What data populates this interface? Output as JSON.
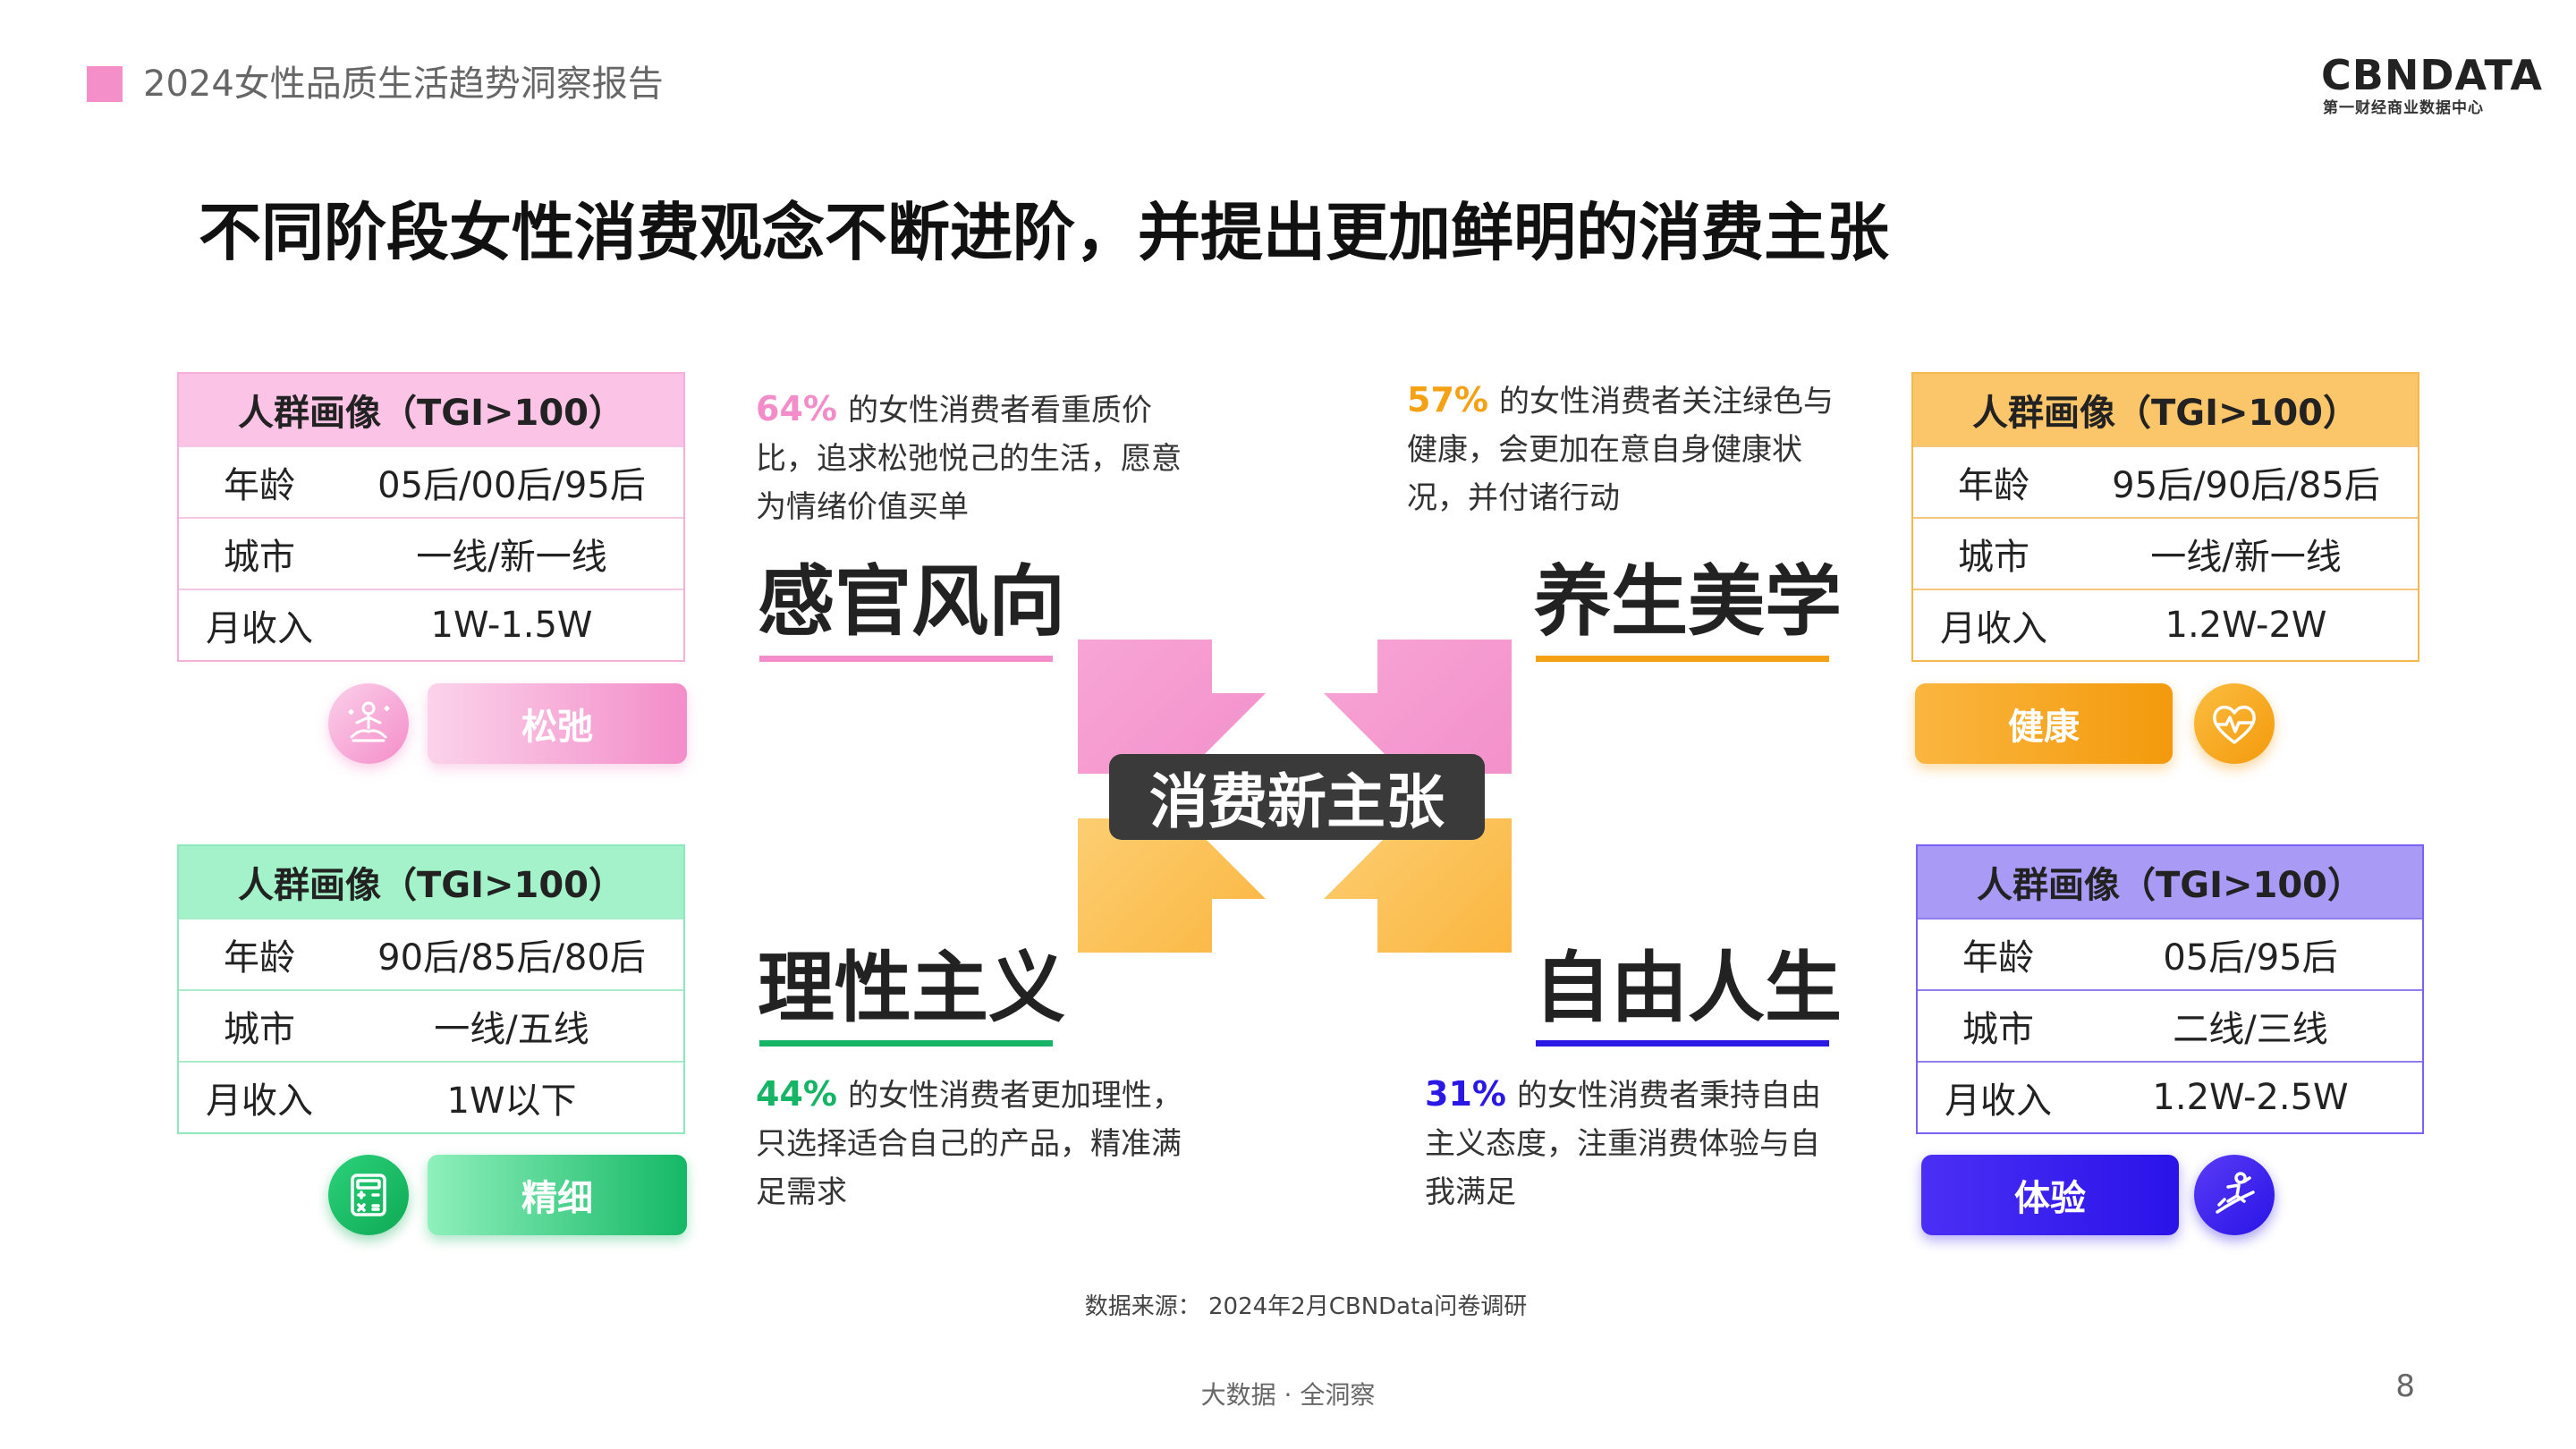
{
  "header": {
    "report_title": "2024女性品质生活趋势洞察报告",
    "logo_main": "CBNDATA",
    "logo_sub": "第一财经商业数据中心"
  },
  "main_title": "不同阶段女性消费观念不断进阶，并提出更加鲜明的消费主张",
  "center_label": "消费新主张",
  "quadrants": {
    "sensory": {
      "heading": "感官风向",
      "pct": "64%",
      "desc": "的女性消费者看重质价比，追求松弛悦己的生活，愿意为情绪价值买单",
      "tag": "松弛",
      "icon": "meditation-icon",
      "color": "#f38dc9",
      "profile": {
        "title": "人群画像（TGI>100）",
        "rows": [
          {
            "key": "年龄",
            "value": "05后/00后/95后"
          },
          {
            "key": "城市",
            "value": "一线/新一线"
          },
          {
            "key": "月收入",
            "value": "1W-1.5W"
          }
        ]
      }
    },
    "wellness": {
      "heading": "养生美学",
      "pct": "57%",
      "desc": "的女性消费者关注绿色与健康，会更加在意自身健康状况，并付诸行动",
      "tag": "健康",
      "icon": "heart-pulse-icon",
      "color": "#f4a116",
      "profile": {
        "title": "人群画像（TGI>100）",
        "rows": [
          {
            "key": "年龄",
            "value": "95后/90后/85后"
          },
          {
            "key": "城市",
            "value": "一线/新一线"
          },
          {
            "key": "月收入",
            "value": "1.2W-2W"
          }
        ]
      }
    },
    "rational": {
      "heading": "理性主义",
      "pct": "44%",
      "desc": "的女性消费者更加理性，只选择适合自己的产品，精准满足需求",
      "tag": "精细",
      "icon": "calculator-icon",
      "color": "#16b465",
      "profile": {
        "title": "人群画像（TGI>100）",
        "rows": [
          {
            "key": "年龄",
            "value": "90后/85后/80后"
          },
          {
            "key": "城市",
            "value": "一线/五线"
          },
          {
            "key": "月收入",
            "value": "1W以下"
          }
        ]
      }
    },
    "freedom": {
      "heading": "自由人生",
      "pct": "31%",
      "desc": "的女性消费者秉持自由主义态度，注重消费体验与自我满足",
      "tag": "体验",
      "icon": "surfing-icon",
      "color": "#2a19e4",
      "profile": {
        "title": "人群画像（TGI>100）",
        "rows": [
          {
            "key": "年龄",
            "value": "05后/95后"
          },
          {
            "key": "城市",
            "value": "二线/三线"
          },
          {
            "key": "月收入",
            "value": "1.2W-2.5W"
          }
        ]
      }
    }
  },
  "source": "数据来源：  2024年2月CBNData问卷调研",
  "footer": "大数据 · 全洞察",
  "page_number": "8"
}
